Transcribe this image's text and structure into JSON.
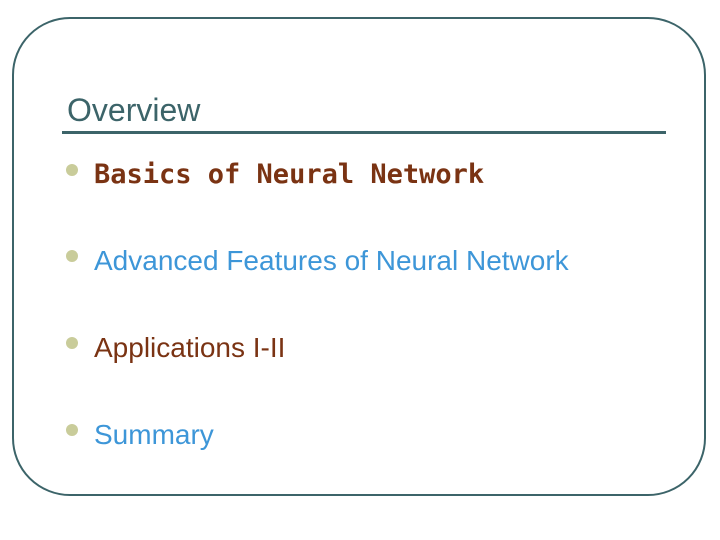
{
  "slide": {
    "title": "Overview",
    "bullets": [
      {
        "text": "Basics of Neural Network",
        "color": "#7a3313"
      },
      {
        "text": "Advanced Features of Neural Network",
        "color": "#3d96d8"
      },
      {
        "text": "Applications I-II",
        "color": "#7a3313"
      },
      {
        "text": "Summary",
        "color": "#3d96d8"
      }
    ]
  },
  "colors": {
    "frame": "#3c6469",
    "title": "#3c6469",
    "bullet_marker": "#c9cc9a"
  }
}
